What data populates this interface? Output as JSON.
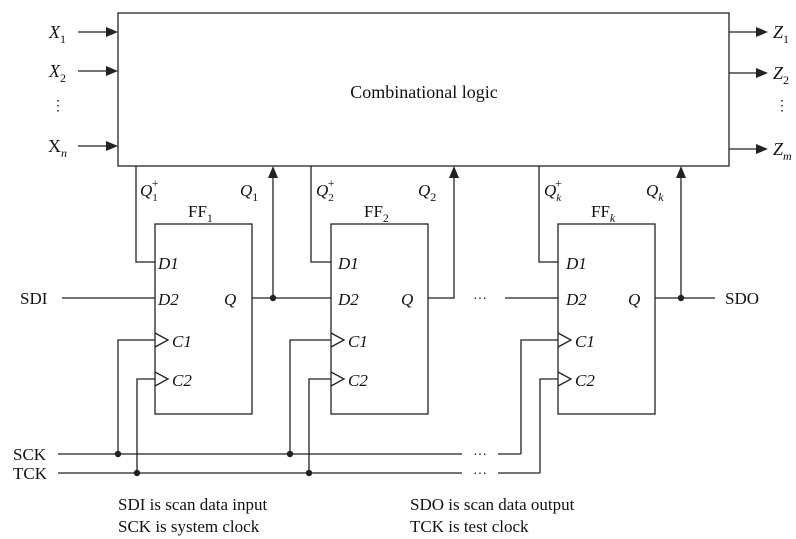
{
  "logic_block": {
    "label": "Combinational logic"
  },
  "inputs": {
    "x1": {
      "name": "X",
      "sub": "1"
    },
    "x2": {
      "name": "X",
      "sub": "2"
    },
    "ellipsis": "⋮",
    "xn": {
      "name": "X",
      "sub": "n"
    }
  },
  "outputs": {
    "z1": {
      "name": "Z",
      "sub": "1"
    },
    "z2": {
      "name": "Z",
      "sub": "2"
    },
    "ellipsis": "⋮",
    "zm": {
      "name": "Z",
      "sub": "m"
    }
  },
  "flipflops": [
    {
      "title": "FF",
      "title_sub": "1",
      "next_state": {
        "name": "Q",
        "sub": "1",
        "sup": "+"
      },
      "state": {
        "name": "Q",
        "sub": "1"
      },
      "pins": {
        "d1": "D1",
        "d2": "D2",
        "q": "Q",
        "c1": "C1",
        "c2": "C2"
      }
    },
    {
      "title": "FF",
      "title_sub": "2",
      "next_state": {
        "name": "Q",
        "sub": "2",
        "sup": "+"
      },
      "state": {
        "name": "Q",
        "sub": "2"
      },
      "pins": {
        "d1": "D1",
        "d2": "D2",
        "q": "Q",
        "c1": "C1",
        "c2": "C2"
      }
    },
    {
      "title": "FF",
      "title_sub": "k",
      "next_state": {
        "name": "Q",
        "sub": "k",
        "sup": "+"
      },
      "state": {
        "name": "Q",
        "sub": "k"
      },
      "pins": {
        "d1": "D1",
        "d2": "D2",
        "q": "Q",
        "c1": "C1",
        "c2": "C2"
      }
    }
  ],
  "signals": {
    "sdi": "SDI",
    "sdo": "SDO",
    "sck": "SCK",
    "tck": "TCK",
    "chain_dots": "···",
    "sck_dots": "···",
    "tck_dots": "···"
  },
  "legend": {
    "sdi": "SDI is scan data input",
    "sck": "SCK is system clock",
    "sdo": "SDO is scan data output",
    "tck": "TCK is test clock"
  }
}
